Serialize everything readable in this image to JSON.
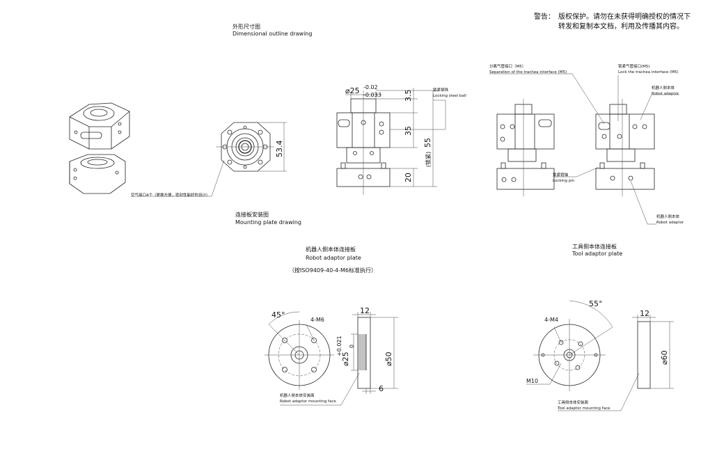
{
  "warning": {
    "label": "警告：",
    "line1": "版权保护。请勿在未获得明确授权的情况下",
    "line2": "转发和复制本文档，利用及传播其内容。"
  },
  "outline": {
    "title_cn": "外形尺寸图",
    "title_en": "Dimensional outline drawing",
    "air_port_note": "空气接口4个（更换方便，密封性能好的设计）"
  },
  "dims_front": {
    "dia": "⌀25",
    "tol_upper": "-0.02",
    "tol_lower": "-0.033",
    "d_3_5": "3.5",
    "d_35": "35",
    "d_20": "20",
    "d_55": "55",
    "lock_note": "(锁紧)",
    "d_53_4": "53.4"
  },
  "callouts": {
    "steel_ball_cn": "锁紧钢珠",
    "steel_ball_en": "Locking steel ball",
    "separation_cn": "分离气管接口（M5）",
    "separation_en": "Separation of the trachea interface (M5)",
    "lock_trachea_cn": "锁紧气管接口(M5)",
    "lock_trachea_en": "Lock the trachea interface (M5)",
    "robot_adaptor_cn": "机器人侧本体",
    "robot_adaptor_en": "Robot adaptor",
    "locking_pin_cn": "锁紧销轴",
    "locking_pin_en": "Locking pin",
    "robot_adaptor2_cn": "机器人侧本体",
    "robot_adaptor2_en": "Robot adaptor"
  },
  "mounting": {
    "title_cn": "连接板安装图",
    "title_en": "Mounting plate drawing"
  },
  "robot_plate": {
    "title_cn": "机器人侧本体连接板",
    "title_en": "Robot adaptor plate",
    "standard": "（按ISO9409-40-4-M6标准执行）",
    "angle": "45°",
    "thread": "4-M6",
    "d_12": "12",
    "d_6": "6",
    "d_50": "⌀50",
    "d_25": "⌀25",
    "tol": "+0.021",
    "tol0": "0",
    "face_cn": "机器人侧本体安装面",
    "face_en": "Robot adaptor mounting face"
  },
  "tool_plate": {
    "title_cn": "工具侧本体连接板",
    "title_en": "Tool adaptor plate",
    "angle": "55°",
    "thread": "4-M4",
    "d_12": "12",
    "d_60": "⌀60",
    "m10": "M10",
    "face_cn": "工具侧本体安装面",
    "face_en": "Tool adaptor mounting face"
  }
}
